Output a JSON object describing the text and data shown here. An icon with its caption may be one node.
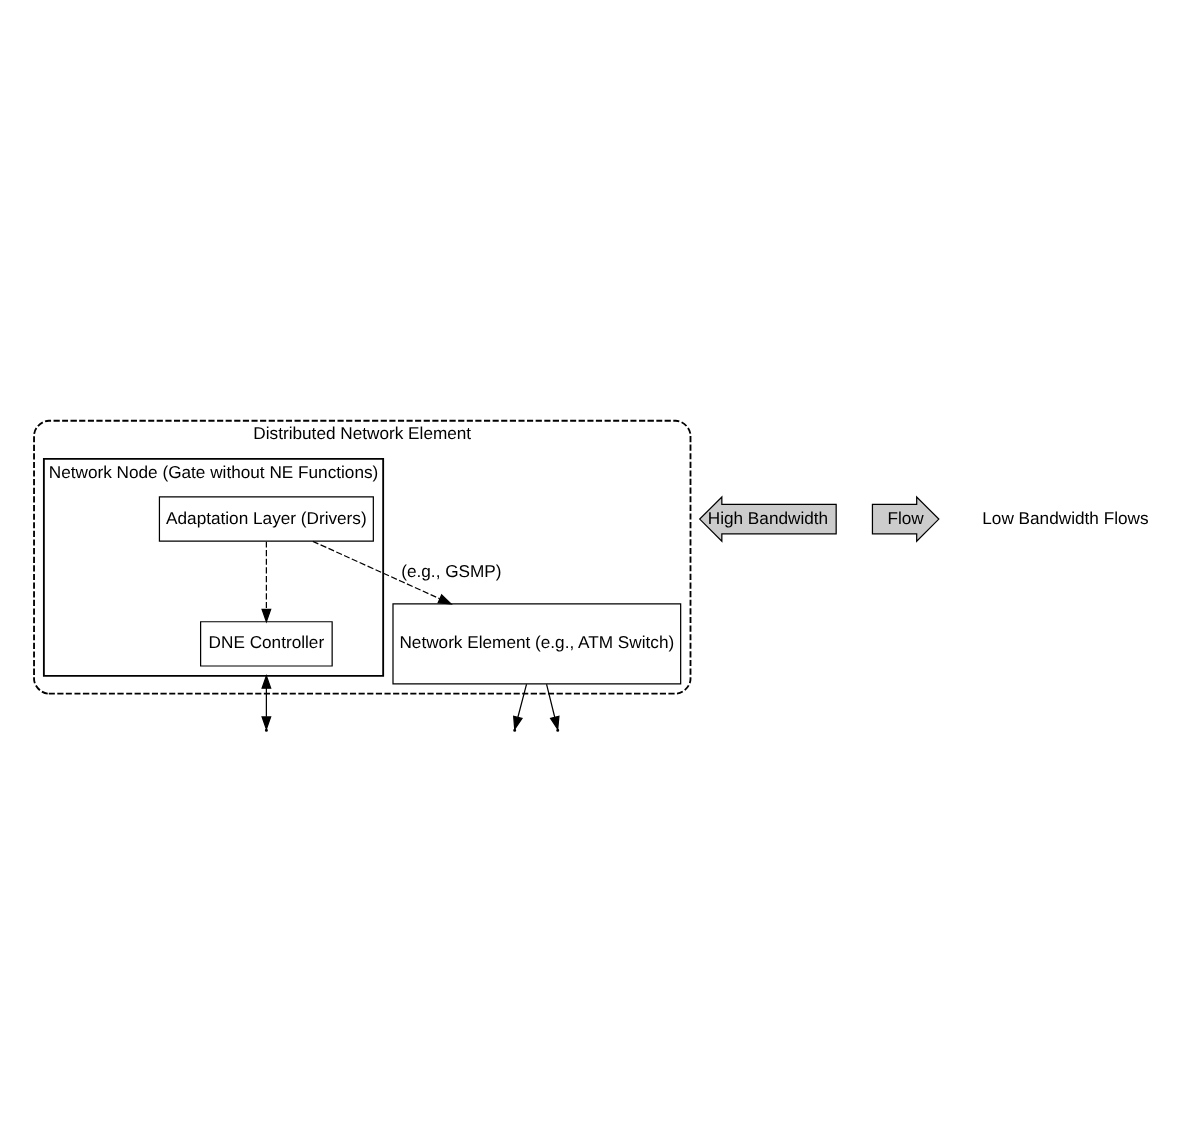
{
  "diagram": {
    "nodes": [
      {
        "text": [
          "Distributed Network Element"
        ]
      },
      {
        "text": [
          "Network Node (Gate without NE Functions)"
        ],
        "in": 0
      },
      {
        "text": [
          "DNE Controller"
        ],
        "in": 1
      },
      {
        "text": [
          "Adaptation Layer (Drivers)"
        ],
        "in": 1
      },
      {
        "text": [
          "Network Element (e.g., ATM Switch)"
        ],
        "in": 0
      },
      {
        "text": [
          "High Bandwidth"
        ]
      },
      {
        "text": [
          "Flow"
        ]
      }
    ],
    "edges": [
      {
        "from": 3,
        "to": 2,
        "arrow": "to",
        "style": "dashed"
      },
      {
        "from": 3,
        "to": 4,
        "arrow": "to",
        "style": "dashed",
        "label": "(e.g., GSMP)"
      },
      {
        "from": 1,
        "to": null,
        "arrow": "both"
      },
      {
        "from": 4,
        "to": null,
        "arrow": "to"
      },
      {
        "from": 4,
        "to": null,
        "arrow": "to"
      }
    ],
    "labels": [
      "Low Bandwidth Flows"
    ]
  }
}
